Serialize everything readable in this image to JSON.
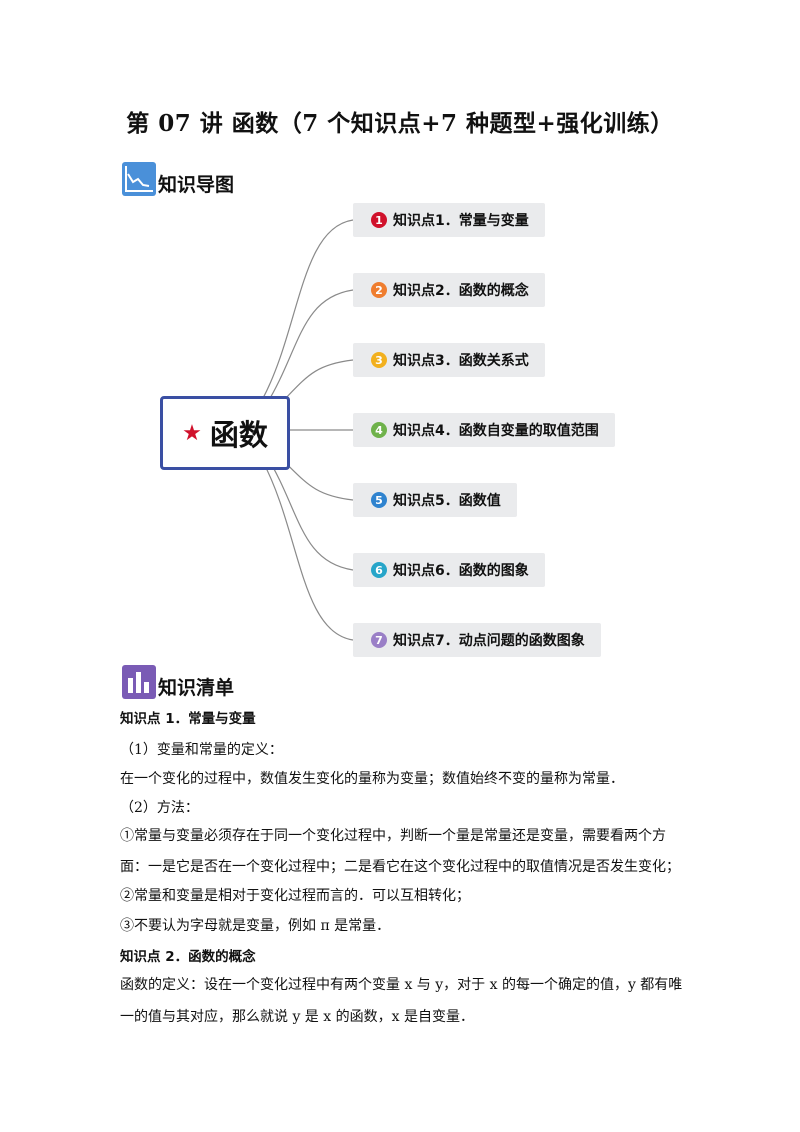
{
  "title": "第 07 讲  函数（7 个知识点+7 种题型+强化训练）",
  "sections": {
    "mindmap_heading": "知识导图",
    "list_heading": "知识清单"
  },
  "mindmap": {
    "center": "函数",
    "nodes": [
      {
        "num": "1",
        "label": "知识点1．常量与变量",
        "color": "#d0112b"
      },
      {
        "num": "2",
        "label": "知识点2．函数的概念",
        "color": "#ef7d2f"
      },
      {
        "num": "3",
        "label": "知识点3．函数关系式",
        "color": "#f2b01e"
      },
      {
        "num": "4",
        "label": "知识点4．函数自变量的取值范围",
        "color": "#6fb24b"
      },
      {
        "num": "5",
        "label": "知识点5．函数值",
        "color": "#2f83cf"
      },
      {
        "num": "6",
        "label": "知识点6．函数的图象",
        "color": "#27a5c9"
      },
      {
        "num": "7",
        "label": "知识点7．动点问题的函数图象",
        "color": "#9a7fc7"
      }
    ]
  },
  "content": {
    "kp1_title": "知识点 1．常量与变量",
    "kp1_sub1": "（1）变量和常量的定义：",
    "kp1_line1": "在一个变化的过程中，数值发生变化的量称为变量；数值始终不变的量称为常量．",
    "kp1_sub2": "（2）方法：",
    "kp1_item1a": "①常量与变量必须存在于同一个变化过程中，判断一个量是常量还是变量，需要看两个方",
    "kp1_item1b": "面：一是它是否在一个变化过程中；二是看它在这个变化过程中的取值情况是否发生变化；",
    "kp1_item2": "②常量和变量是相对于变化过程而言的．可以互相转化；",
    "kp1_item3": "③不要认为字母就是变量，例如 π 是常量．",
    "kp2_title": "知识点 2．函数的概念",
    "kp2_line1": "函数的定义：设在一个变化过程中有两个变量 x 与 y，对于 x 的每一个确定的值，y 都有唯",
    "kp2_line2": "一的值与其对应，那么就说 y 是 x 的函数，x 是自变量．"
  }
}
